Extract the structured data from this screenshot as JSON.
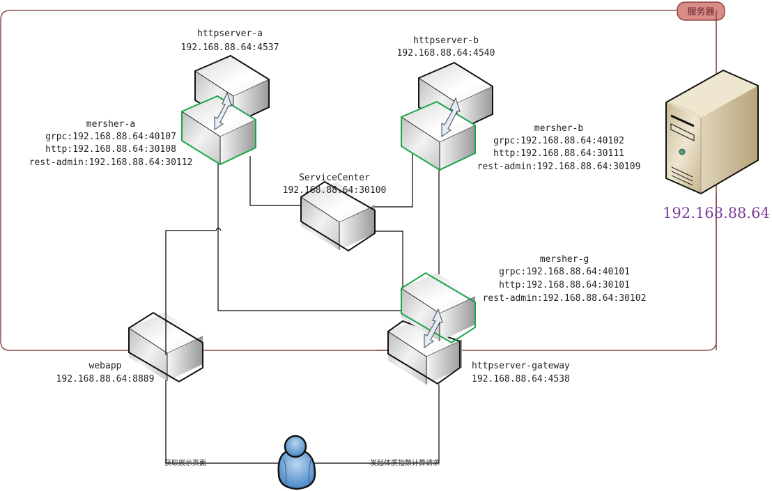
{
  "group": {
    "label": "服务器",
    "border_color": "#7a2e2a",
    "badge_fill": "#d98b88"
  },
  "server_machine": {
    "ip": "192.168.88.64",
    "ip_color": "#7b3a9a"
  },
  "nodes": {
    "httpserver_a": {
      "name": "httpserver-a",
      "addr": "192.168.88.64:4537"
    },
    "httpserver_b": {
      "name": "httpserver-b",
      "addr": "192.168.88.64:4540"
    },
    "mersher_a": {
      "name": "mersher-a",
      "grpc": "grpc:192.168.88.64:40107",
      "http": "http:192.168.88.64:30108",
      "rest": "rest-admin:192.168.88.64:30112"
    },
    "mersher_b": {
      "name": "mersher-b",
      "grpc": "grpc:192.168.88.64:40102",
      "http": "http:192.168.88.64:30111",
      "rest": "rest-admin:192.168.88.64:30109"
    },
    "mersher_g": {
      "name": "mersher-g",
      "grpc": "grpc:192.168.88.64:40101",
      "http": "http:192.168.88.64:30101",
      "rest": "rest-admin:192.168.88.64:30102"
    },
    "service_center": {
      "name": "ServiceCenter",
      "addr": "192.168.88.64:30100"
    },
    "webapp": {
      "name": "webapp",
      "addr": "192.168.88.64:8889"
    },
    "httpserver_gateway": {
      "name": "httpserver-gateway",
      "addr": "192.168.88.64:4538"
    }
  },
  "user_edges": {
    "left": "获取展示页面",
    "right": "发起体质指数计算请求"
  },
  "colors": {
    "sidecar_border": "#1aa44a",
    "box_border": "#111111",
    "line": "#000000"
  }
}
